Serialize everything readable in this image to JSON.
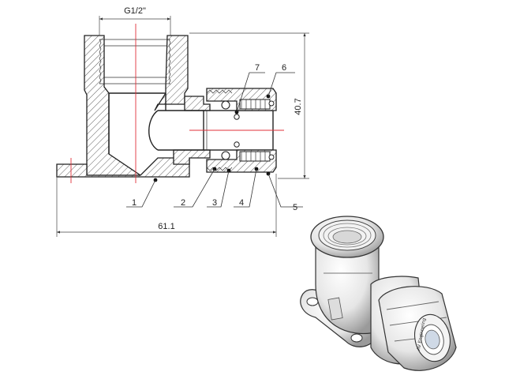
{
  "dimensions": {
    "thread": "G1/2\"",
    "height": "40.7",
    "length": "61.1"
  },
  "callouts": [
    "1",
    "2",
    "3",
    "4",
    "5",
    "6",
    "7"
  ],
  "colors": {
    "line": "#222222",
    "centerline": "#e0303a",
    "background": "#ffffff"
  },
  "photo_marking": "AV Engineering"
}
